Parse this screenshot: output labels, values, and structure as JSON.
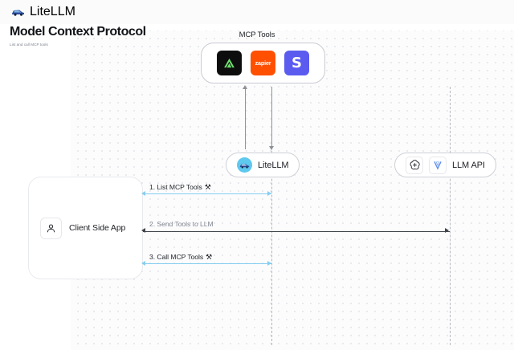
{
  "header": {
    "brand": "LiteLLM",
    "logo_icon": "litellm-car-logo-icon"
  },
  "title_block": {
    "title": "Model Context Protocol",
    "subtitle": "List and call MCP tools"
  },
  "diagram": {
    "mcp_tools_group": {
      "label": "MCP Tools",
      "tools": [
        {
          "name": "supabase",
          "icon": "supabase-icon",
          "text": ""
        },
        {
          "name": "zapier",
          "icon": "zapier-icon",
          "text": "zapier"
        },
        {
          "name": "slack",
          "icon": "slack-icon",
          "text": "S"
        }
      ]
    },
    "nodes": [
      {
        "id": "litellm",
        "label": "LiteLLM",
        "icon": "litellm-avatar-icon"
      },
      {
        "id": "llm_api",
        "label": "LLM API",
        "icons": [
          "openai-icon",
          "vertex-ai-icon"
        ]
      }
    ],
    "client": {
      "label": "Client Side App",
      "icon": "user-icon"
    },
    "messages": [
      {
        "index": 1,
        "label": "1. List MCP Tools",
        "icon": "tools-icon",
        "style": "blue",
        "direction": "bidirectional",
        "from": "client",
        "to": "litellm"
      },
      {
        "index": 2,
        "label": "2. Send Tools to LLM",
        "icon": "",
        "style": "dark",
        "direction": "bidirectional",
        "from": "client",
        "to": "llm_api"
      },
      {
        "index": 3,
        "label": "3. Call MCP Tools",
        "icon": "tools-icon",
        "style": "blue",
        "direction": "bidirectional",
        "from": "client",
        "to": "litellm"
      }
    ],
    "vertical_arrows": [
      {
        "name": "tools-to-litellm-up",
        "direction": "up"
      },
      {
        "name": "litellm-to-tools-down",
        "direction": "down"
      }
    ]
  },
  "colors": {
    "accent_blue": "#86cdf0",
    "dark_line": "#40444b",
    "lifeline": "#b4b6bc",
    "zapier_orange": "#ff4f00",
    "slack_purple": "#5b5bf0",
    "supabase_green": "#6fe06f",
    "canvas": "#fcfcfd"
  },
  "glyphs": {
    "tools": "⚒"
  }
}
